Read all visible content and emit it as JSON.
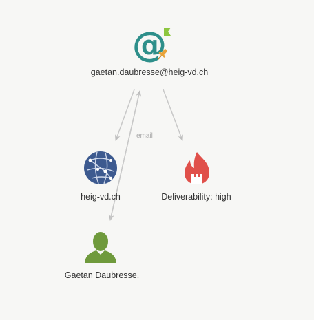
{
  "nodes": {
    "email": {
      "label": "gaetan.daubresse@heig-vd.ch",
      "icon": "email-at-icon"
    },
    "domain": {
      "label": "heig-vd.ch",
      "icon": "globe-network-icon"
    },
    "deliverability": {
      "label": "Deliverability: high",
      "icon": "fire-wall-icon"
    },
    "person": {
      "label": "Gaetan Daubresse.",
      "icon": "person-icon"
    }
  },
  "edges": {
    "email_label": "email"
  },
  "colors": {
    "at_teal": "#2e8f8a",
    "globe_blue": "#3d5a8f",
    "fire_red": "#e0504a",
    "person_green": "#6f9a3c",
    "edge_gray": "#c4c4c4"
  }
}
